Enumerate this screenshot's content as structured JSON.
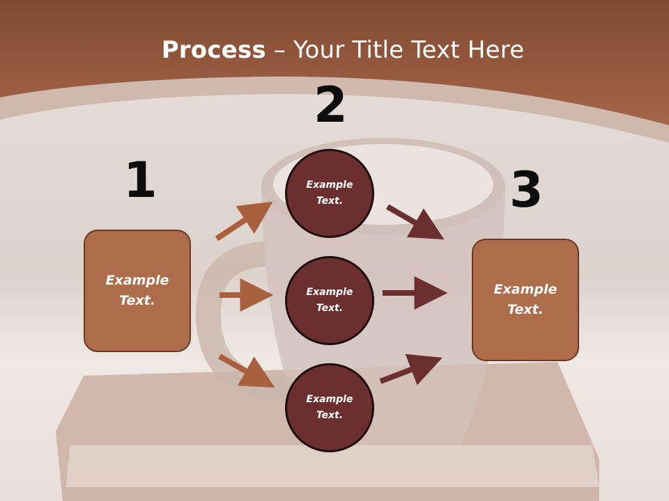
{
  "title": {
    "bold": "Process",
    "rest": " – Your Title Text Here"
  },
  "numbers": [
    "1",
    "2",
    "3"
  ],
  "left_box": {
    "line1": "Example",
    "line2": "Text."
  },
  "right_box": {
    "line1": "Example",
    "line2": "Text."
  },
  "circles": [
    {
      "line1": "Example",
      "line2": "Text."
    },
    {
      "line1": "Example",
      "line2": "Text."
    },
    {
      "line1": "Example",
      "line2": "Text."
    }
  ],
  "colors": {
    "header": "#9c5c3c",
    "box": "#ad6c4a",
    "circle": "#6b2f2f",
    "arrow_in": "#a8603e",
    "arrow_out": "#6b2f2f"
  }
}
